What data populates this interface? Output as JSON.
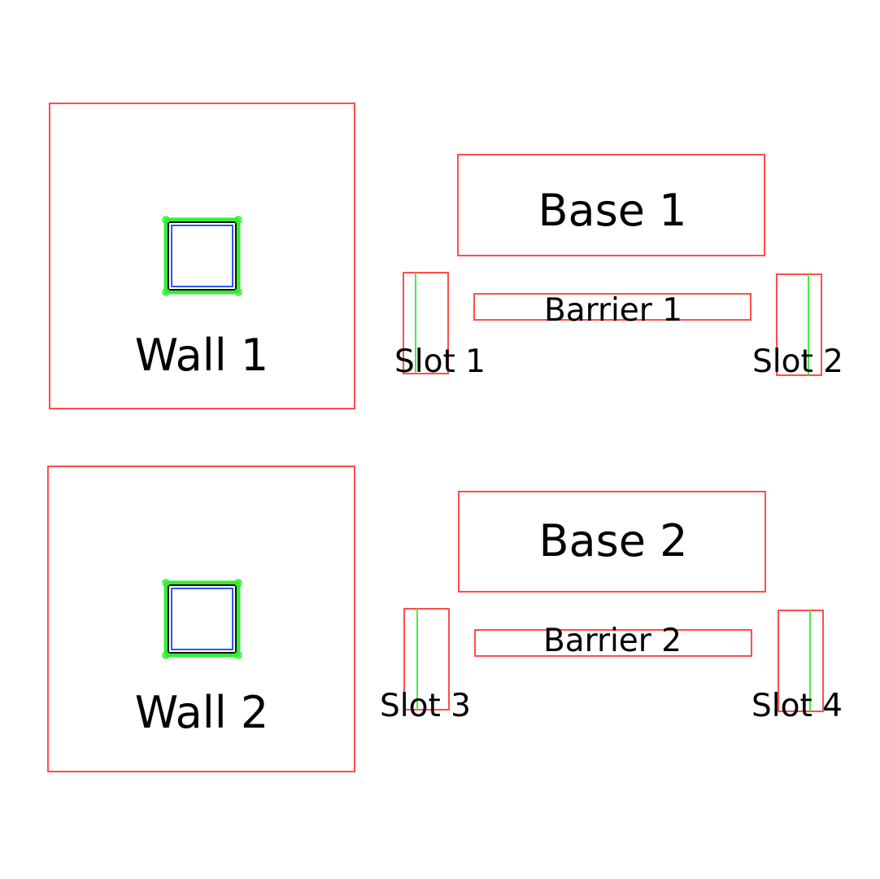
{
  "diagram": {
    "colors": {
      "outline": "#ff4d4d",
      "cutout_green": "#33ee33",
      "cutout_blue": "#3355ee",
      "cutout_black": "#111111",
      "slot_line": "#44ee44",
      "text": "#000000"
    },
    "labels": {
      "wall1": "Wall 1",
      "base1": "Base 1",
      "barrier1": "Barrier 1",
      "slot1": "Slot 1",
      "slot2": "Slot 2",
      "wall2": "Wall 2",
      "base2": "Base 2",
      "barrier2": "Barrier 2",
      "slot3": "Slot 3",
      "slot4": "Slot 4"
    }
  }
}
